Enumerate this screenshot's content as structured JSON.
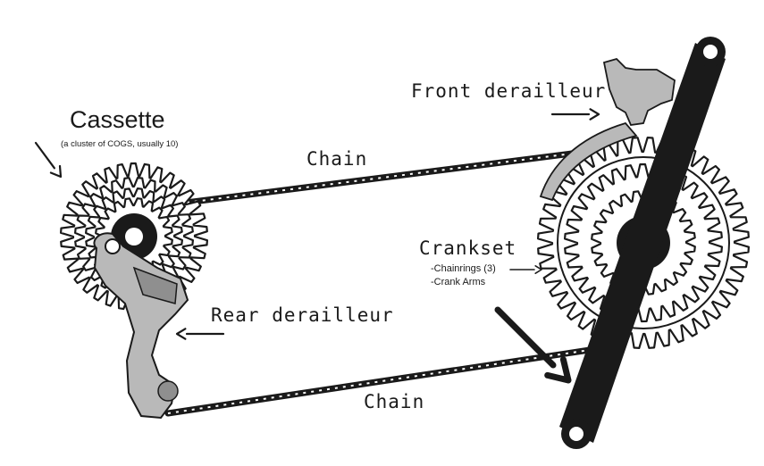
{
  "labels": {
    "cassette": "Cassette",
    "cassette_note": "(a cluster of COGS, usually 10)",
    "front_derailleur": "Front derailleur",
    "chain_top": "Chain",
    "chain_bottom": "Chain",
    "crankset": "Crankset",
    "chainrings": "-Chainrings (3)",
    "crank_arms": "-Crank Arms",
    "rear_derailleur": "Rear derailleur"
  },
  "colors": {
    "ink": "#1a1a1a",
    "metal": "#b9b9b9",
    "metal_dark": "#8f8f8f",
    "background": "#ffffff"
  }
}
